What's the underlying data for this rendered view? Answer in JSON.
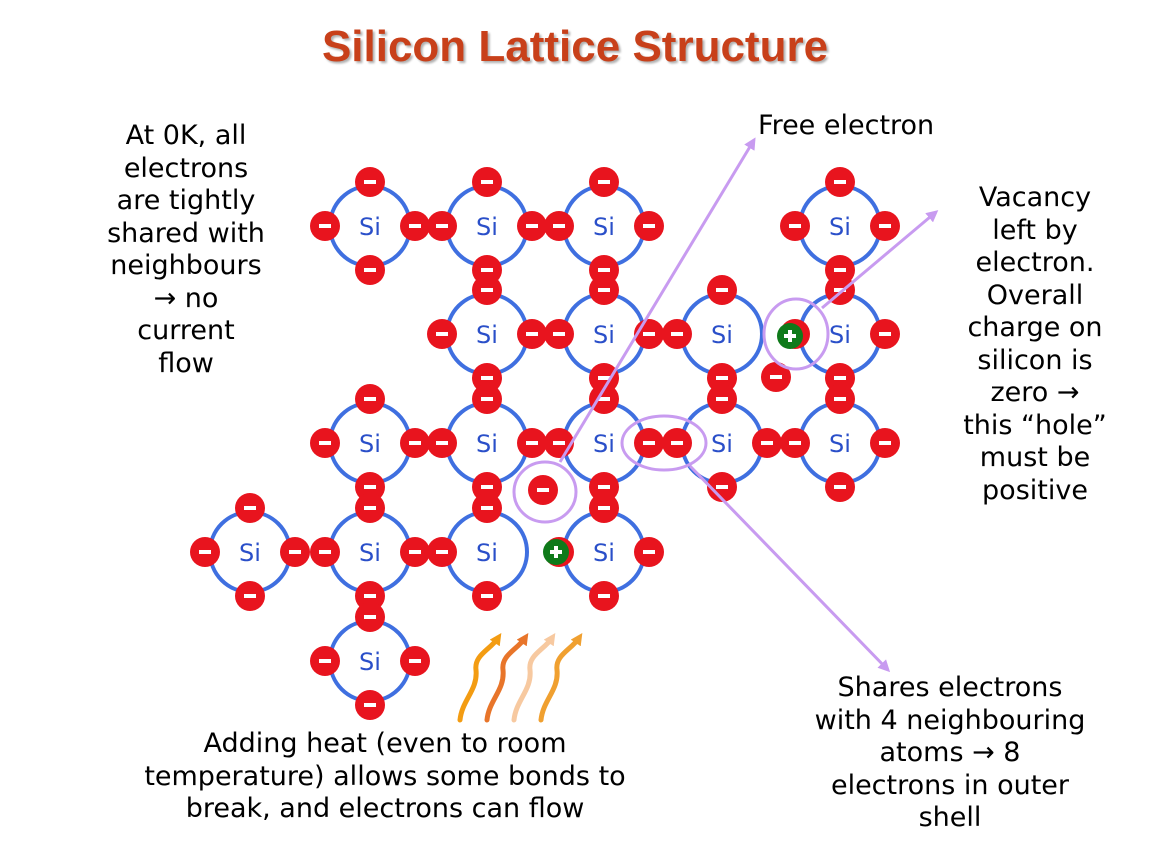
{
  "title": "Silicon Lattice Structure",
  "notes": {
    "left": "At 0K, all\nelectrons\nare tightly\nshared with\nneighbours\n→ no\ncurrent\nflow",
    "free_electron": "Free electron",
    "vacancy": "Vacancy\nleft by\nelectron.\nOverall\ncharge on\nsilicon is\nzero →\nthis “hole”\nmust be\npositive",
    "shares": "Shares electrons\nwith 4 neighbouring\natoms → 8\nelectrons in outer\nshell",
    "heat": "Adding heat (even to room\ntemperature) allows some bonds to\nbreak, and electrons can flow"
  },
  "atom_label": "Si",
  "electron_symbol": "−",
  "hole_symbol": "+",
  "colors": {
    "title": "#c8401a",
    "electron": "#e8141e",
    "hole": "#0f7a1a",
    "atom_ring": "#3f6fe0",
    "arrow": "#c89bf0",
    "heat_wave_1": "#f39c12",
    "heat_wave_2": "#e8752a",
    "heat_wave_3": "#f7c9a0",
    "heat_wave_4": "#f0a030"
  }
}
